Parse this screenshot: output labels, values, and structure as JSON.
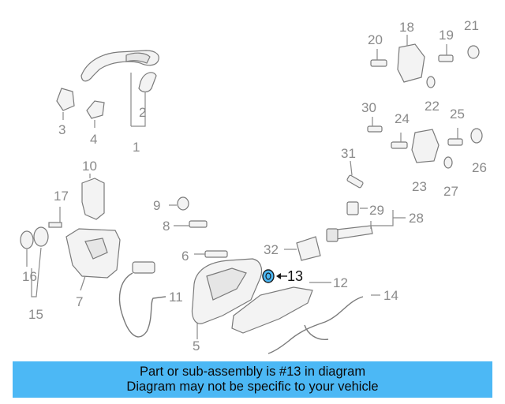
{
  "diagram": {
    "callouts": [
      "1",
      "2",
      "3",
      "4",
      "5",
      "6",
      "7",
      "8",
      "9",
      "10",
      "11",
      "12",
      "13",
      "14",
      "15",
      "16",
      "17",
      "18",
      "19",
      "20",
      "21",
      "22",
      "23",
      "24",
      "25",
      "26",
      "27",
      "28",
      "29",
      "30",
      "31",
      "32"
    ],
    "highlight_part": "13",
    "highlight_color": "#4cb8f5"
  },
  "banner": {
    "line1": "Part or sub-assembly is #13 in diagram",
    "line2": "Diagram may not be specific to your vehicle",
    "background": "#4cb8f5"
  }
}
